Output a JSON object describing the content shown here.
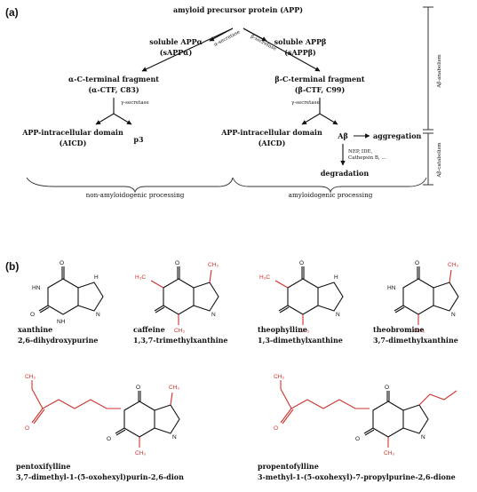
{
  "panel_a": {
    "label": "(a)",
    "app": "amyloid precursor protein (APP)",
    "alpha_secretase": "α-secretase",
    "beta_secretase": "β-secretase",
    "gamma_secretase": "γ-secretase",
    "sappa_1": "soluble APPα",
    "sappa_2": "(sAPPα)",
    "sappb_1": "soluble APPβ",
    "sappb_2": "(sAPPβ)",
    "actf_1": "α-C-terminal fragment",
    "actf_2": "(α-CTF, C83)",
    "bctf_1": "β-C-terminal fragment",
    "bctf_2": "(β-CTF, C99)",
    "aicd_1": "APP-intracellular domain",
    "aicd_2": "(AICD)",
    "p3": "p3",
    "abeta": "Aβ",
    "aggregation": "aggregation",
    "enzymes_1": "NEP, IDE,",
    "enzymes_2": "Cathepsin B, ...",
    "degradation": "degradation",
    "non_amyloid": "non-amyloidogenic processing",
    "amyloid": "amyloidogenic processing",
    "anabolism": "Aβ-anabolism",
    "catabolism": "Aβ-catabolism"
  },
  "panel_b": {
    "label": "(b)",
    "xanthine_name": "xanthine",
    "xanthine_iupac": "2,6-dihydroxypurine",
    "caffeine_name": "caffeine",
    "caffeine_iupac": "1,3,7-trimethylxanthine",
    "theophylline_name": "theophylline",
    "theophylline_iupac": "1,3-dimethylxanthine",
    "theobromine_name": "theobromine",
    "theobromine_iupac": "3,7-dimethylxanthine",
    "pentox_name": "pentoxifylline",
    "pentox_iupac": "3,7-dimethyl-1-(5-oxohexyl)purin-2,6-dion",
    "propent_name": "propentofylline",
    "propent_iupac": "3-methyl-1-(5-oxohexyl)-7-propylpurine-2,6-dione",
    "atoms": {
      "O": "O",
      "N": "N",
      "H": "H",
      "HN": "HN",
      "NH": "NH",
      "CH3": "CH₃",
      "H3C": "H₃C"
    }
  },
  "colors": {
    "highlight": "#d0312d",
    "ink": "#111111"
  }
}
